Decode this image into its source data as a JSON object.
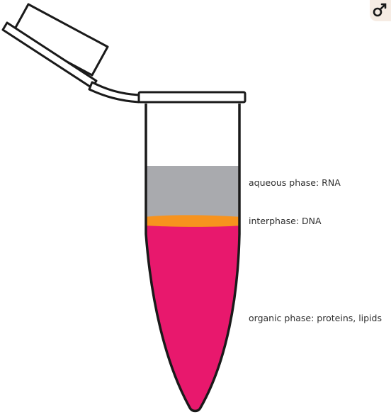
{
  "labels": {
    "aqueous": "aqueous phase: RNA",
    "interphase": "interphase: DNA",
    "organic": "organic phase: proteins, lipids"
  },
  "icons": {
    "corner": "male-symbol-icon"
  },
  "colors": {
    "aqueous_layer": "#a9aaae",
    "interphase_layer": "#f7931e",
    "organic_layer": "#e8186d",
    "outline": "#1a1a1a"
  }
}
